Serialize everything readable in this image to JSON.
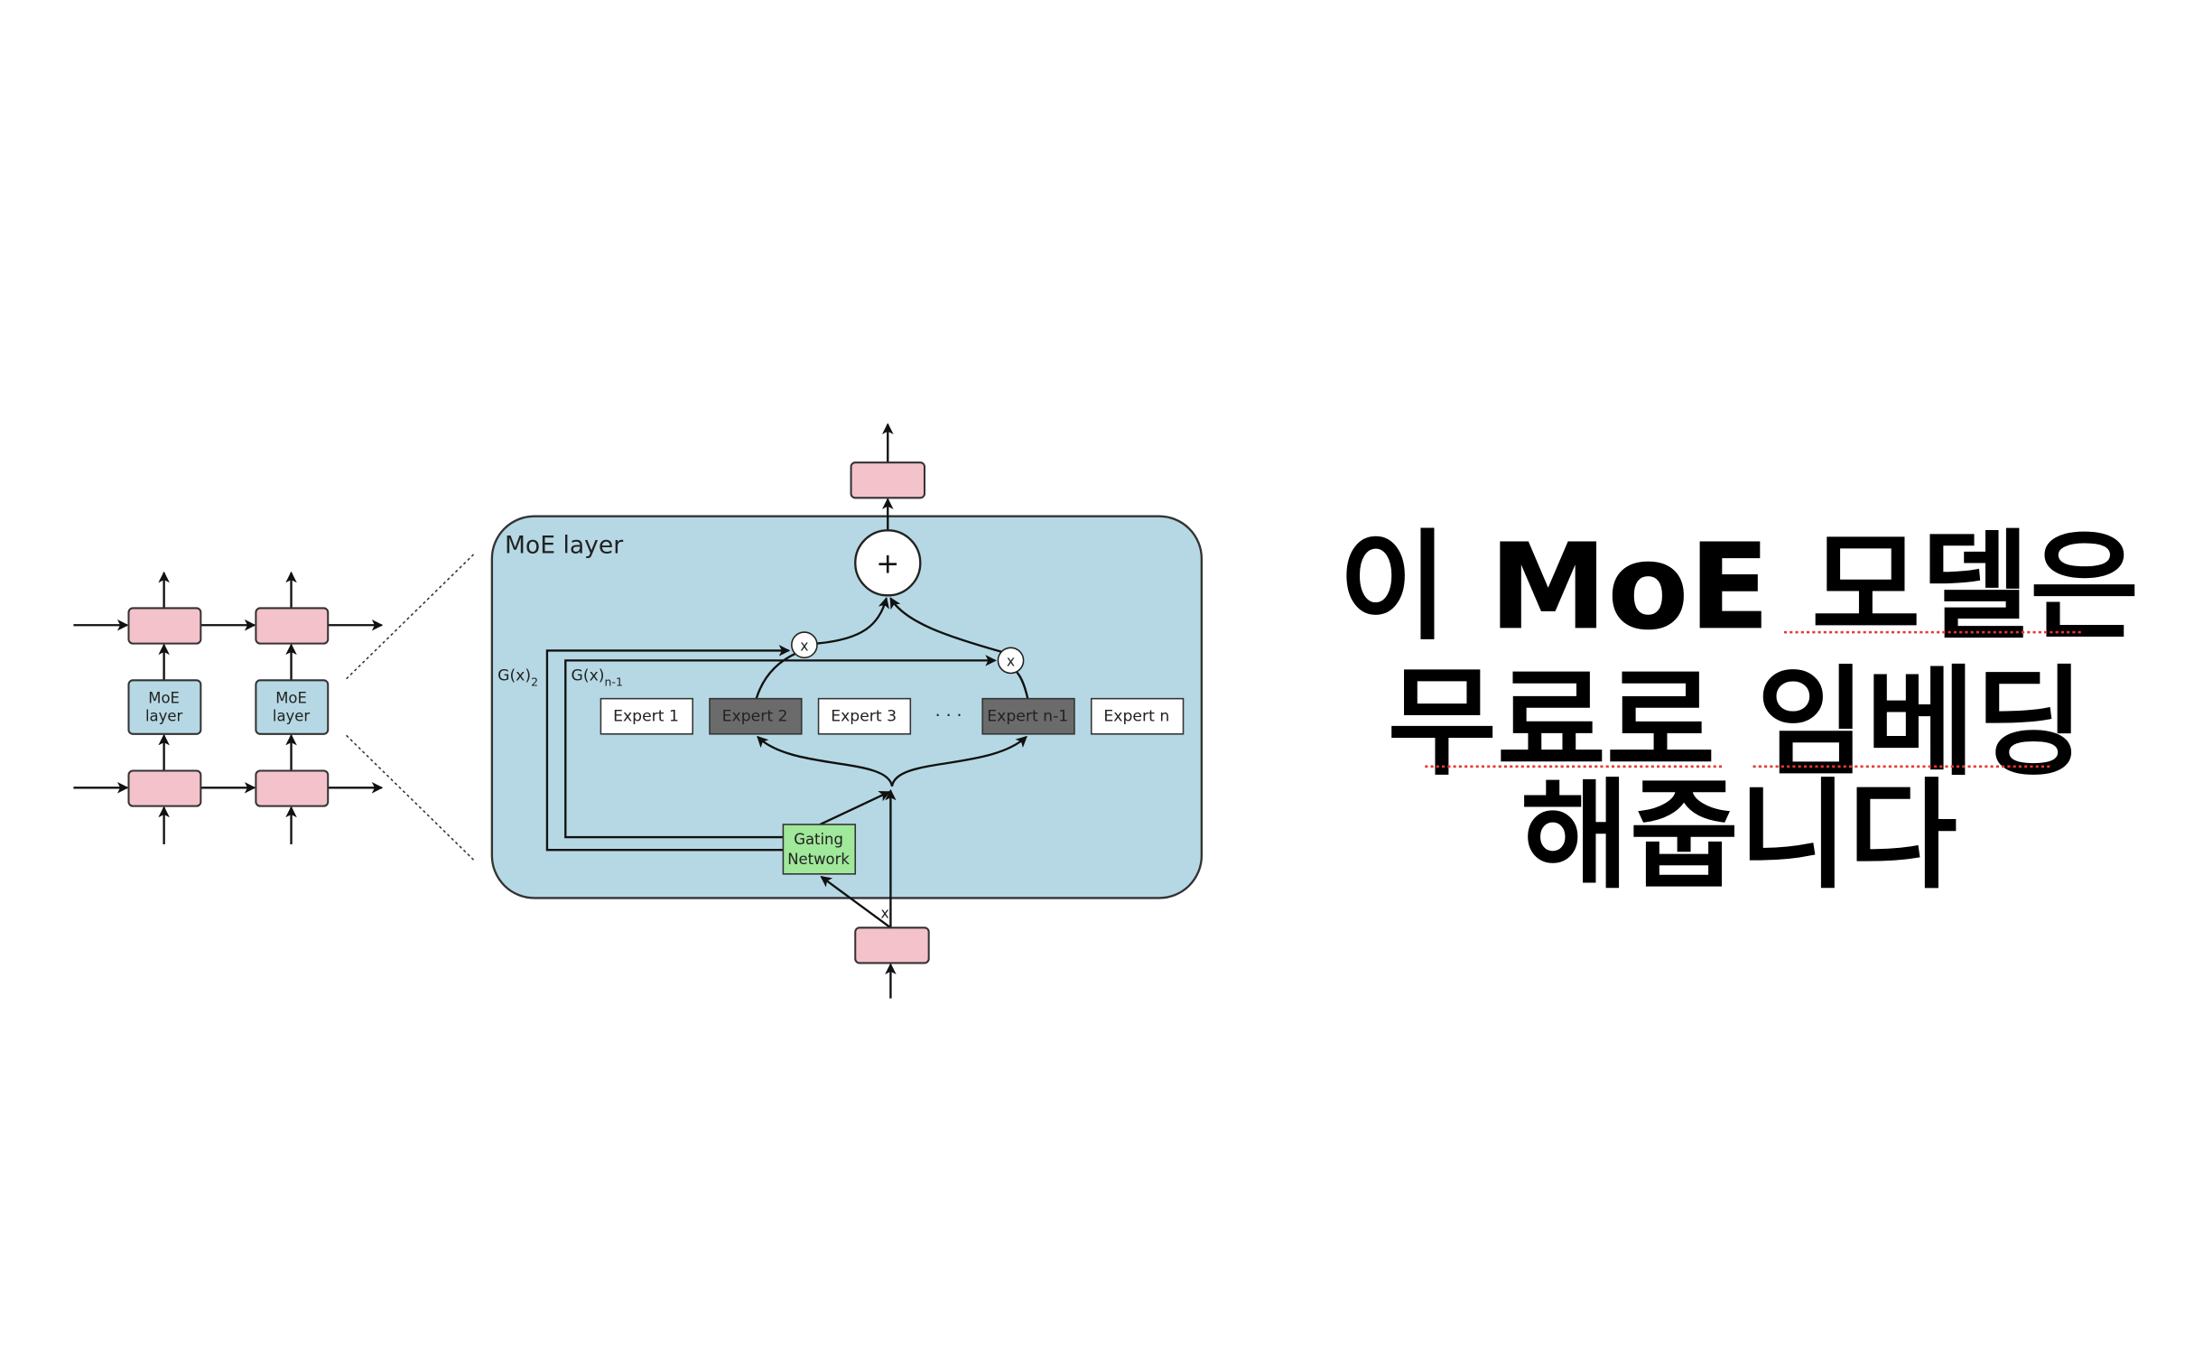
{
  "mini_diagram": {
    "moe_label_line1": "MoE",
    "moe_label_line2": "layer"
  },
  "moe_diagram": {
    "title": "MoE layer",
    "plus": "+",
    "multiply": "x",
    "gate_2_label": "G(x)",
    "gate_2_sub": "2",
    "gate_n1_label": "G(x)",
    "gate_n1_sub": "n-1",
    "experts": [
      "Expert 1",
      "Expert 2",
      "Expert 3",
      "Expert n-1",
      "Expert n"
    ],
    "ellipsis": "· · ·",
    "gating_line1": "Gating",
    "gating_line2": "Network",
    "input_label": "x",
    "colors": {
      "layer_bg": "#b5d8e4",
      "pink": "#f4c2cb",
      "gating": "#a0e89a",
      "active_expert": "#6b6b6b"
    }
  },
  "caption": {
    "line1": "이 MoE 모델은",
    "line2": "무료로 임베딩",
    "line3": "해줍니다"
  }
}
